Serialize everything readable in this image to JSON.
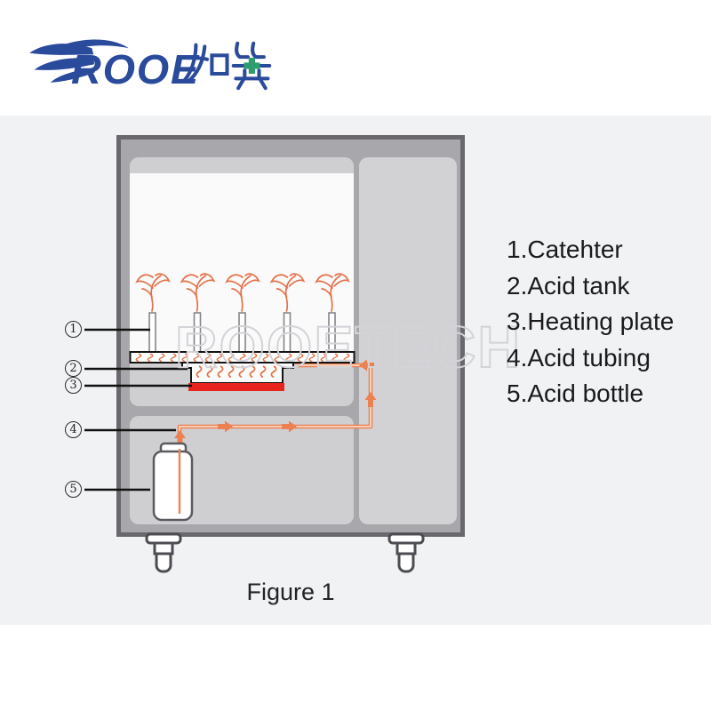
{
  "logo": {
    "brand": "ROOE",
    "brand_cn": "如翼"
  },
  "watermark": "ROOETECH",
  "figure": {
    "caption": "Figure 1"
  },
  "legend": {
    "items": [
      "1.Catehter",
      "2.Acid tank",
      "3.Heating plate",
      "4.Acid tubing",
      "5.Acid bottle"
    ]
  },
  "callouts": {
    "labels": [
      "1",
      "2",
      "3",
      "4",
      "5"
    ]
  },
  "colors": {
    "brand_blue": "#2a4a9c",
    "cross_green": "#2f9e6e",
    "tube_orange": "#ec8050",
    "vapor_orange": "#e4714a",
    "heating_red": "#e8241f",
    "cabinet_gray": "#a8a8ac",
    "panel_gray": "#cfcfd2",
    "watermark_gray": "#d3d3d8"
  }
}
